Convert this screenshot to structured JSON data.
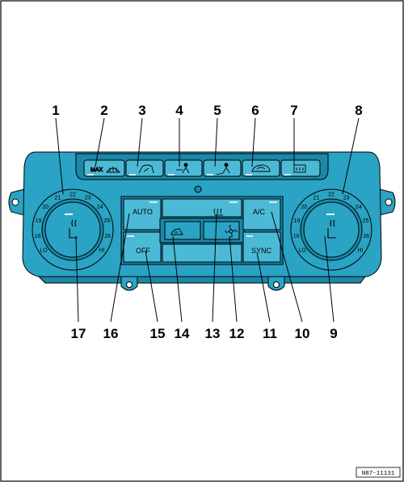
{
  "callouts": [
    "1",
    "2",
    "3",
    "4",
    "5",
    "6",
    "7",
    "8",
    "9",
    "10",
    "11",
    "12",
    "13",
    "14",
    "15",
    "16",
    "17"
  ],
  "buttons": {
    "auto": "AUTO",
    "off": "OFF",
    "ac": "A/C",
    "sync": "SYNC",
    "max": "MAX"
  },
  "left_dial_scale": [
    "LO",
    "16",
    "19",
    "20",
    "21",
    "22",
    "23",
    "24",
    "25",
    "26",
    "HI"
  ],
  "right_dial_scale": [
    "LO",
    "16",
    "19",
    "20",
    "21",
    "22",
    "23",
    "24",
    "25",
    "26",
    "HI"
  ],
  "reference": "N87-11131",
  "colors": {
    "panel": "#2aa3c4",
    "panel_dark": "#1b88a8",
    "panel_light": "#4cbad6",
    "line": "#000000"
  },
  "icons": {
    "b2": "max-defrost-icon",
    "b3": "air-to-windshield-icon",
    "b4": "air-to-upper-body-icon",
    "b5": "air-to-footwell-icon",
    "b6": "recirculation-icon",
    "b7": "rear-window-defrost-icon",
    "b12": "fan-icon",
    "b13": "heated-seat-icon",
    "b14": "fresh-air-icon",
    "dial": "seat-heating-icon"
  }
}
